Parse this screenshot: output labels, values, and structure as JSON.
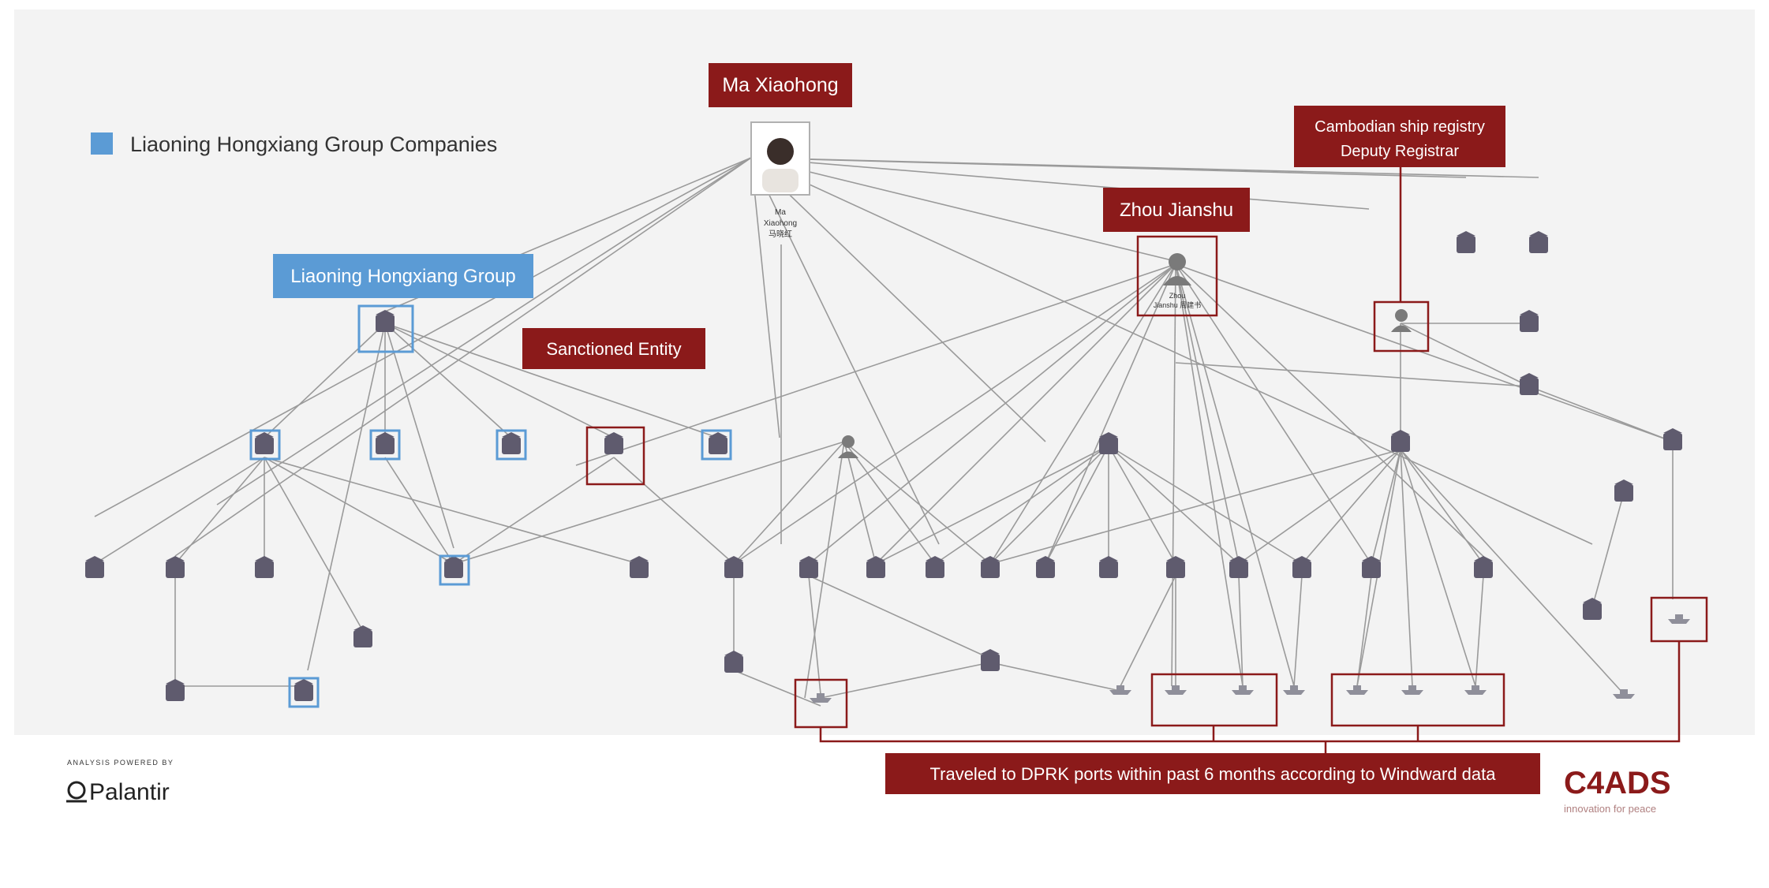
{
  "legend": {
    "label": "Liaoning Hongxiang Group Companies",
    "color": "#5B9BD5"
  },
  "colors": {
    "red": "#8B1A1A",
    "blue": "#5B9BD5",
    "edge": "#9a9a9a",
    "node": "#5f5b6e",
    "panel": "#f2f2f2"
  },
  "callouts": {
    "ma_xiaohong": "Ma Xiaohong",
    "cambodian_line1": "Cambodian ship registry",
    "cambodian_line2": "Deputy Registrar",
    "zhou_jianshu": "Zhou Jianshu",
    "liaoning_group": "Liaoning Hongxiang Group",
    "sanctioned": "Sanctioned Entity",
    "dprk": "Traveled to DPRK ports within past 6 months according to Windward data"
  },
  "center_person": {
    "label_line1": "Ma",
    "label_line2": "Xiaohong",
    "label_line3": "马晓红"
  },
  "zhou_node": {
    "label_line1": "Zhou",
    "label_line2": "Jianshu 周建书"
  },
  "footer": {
    "powered_by": "ANALYSIS POWERED BY",
    "palantir": "Palantir",
    "c4ads": "C4ADS",
    "tagline": "innovation for peace"
  }
}
